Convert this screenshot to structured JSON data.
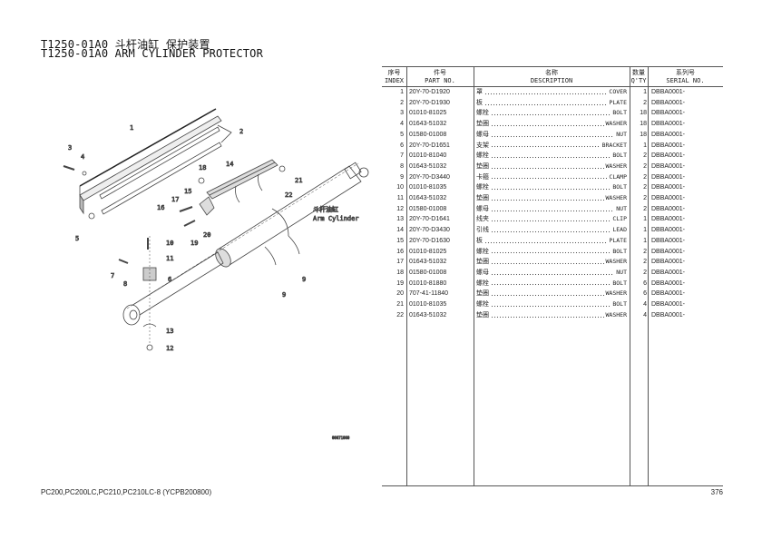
{
  "title_cn": "T1250-01A0 斗杆油缸 保护装置",
  "title_en": "T1250-01A0 ARM CYLINDER PROTECTOR",
  "diagram": {
    "callouts": [
      "1",
      "2",
      "3",
      "4",
      "5",
      "6",
      "7",
      "8",
      "9",
      "9",
      "10",
      "11",
      "12",
      "13",
      "14",
      "15",
      "16",
      "17",
      "18",
      "19",
      "20",
      "21",
      "22"
    ],
    "cylinder_label_cn": "斗杆油缸",
    "cylinder_label_en": "Arm Cylinder",
    "drawing_no": "00071080"
  },
  "table": {
    "headers": {
      "index_cn": "序号",
      "index_en": "INDEX",
      "part_cn": "件号",
      "part_en": "PART NO.",
      "desc_cn": "名称",
      "desc_en": "DESCRIPTION",
      "qty_cn": "数量",
      "qty_en": "Q'TY",
      "serial_cn": "系列号",
      "serial_en": "SERIAL NO."
    },
    "rows": [
      {
        "index": "1",
        "part": "20Y-70-D1920",
        "cn": "罩",
        "en": "COVER",
        "qty": "1",
        "serial": "DBBA0001-"
      },
      {
        "index": "2",
        "part": "20Y-70-D1930",
        "cn": "板",
        "en": "PLATE",
        "qty": "2",
        "serial": "DBBA0001-"
      },
      {
        "index": "3",
        "part": "01010-81025",
        "cn": "螺栓",
        "en": "BOLT",
        "qty": "18",
        "serial": "DBBA0001-"
      },
      {
        "index": "4",
        "part": "01643-51032",
        "cn": "垫圈",
        "en": "WASHER",
        "qty": "18",
        "serial": "DBBA0001-"
      },
      {
        "index": "5",
        "part": "01580-01008",
        "cn": "螺母",
        "en": "NUT",
        "qty": "18",
        "serial": "DBBA0001-"
      },
      {
        "index": "6",
        "part": "20Y-70-D1651",
        "cn": "支架",
        "en": "BRACKET",
        "qty": "1",
        "serial": "DBBA0001-"
      },
      {
        "index": "7",
        "part": "01010-81040",
        "cn": "螺栓",
        "en": "BOLT",
        "qty": "2",
        "serial": "DBBA0001-"
      },
      {
        "index": "8",
        "part": "01643-51032",
        "cn": "垫圈",
        "en": "WASHER",
        "qty": "2",
        "serial": "DBBA0001-"
      },
      {
        "index": "9",
        "part": "20Y-70-D3440",
        "cn": "卡箍",
        "en": "CLAMP",
        "qty": "2",
        "serial": "DBBA0001-"
      },
      {
        "index": "10",
        "part": "01010-81035",
        "cn": "螺栓",
        "en": "BOLT",
        "qty": "2",
        "serial": "DBBA0001-"
      },
      {
        "index": "11",
        "part": "01643-51032",
        "cn": "垫圈",
        "en": "WASHER",
        "qty": "2",
        "serial": "DBBA0001-"
      },
      {
        "index": "12",
        "part": "01580-01008",
        "cn": "螺母",
        "en": "NUT",
        "qty": "2",
        "serial": "DBBA0001-"
      },
      {
        "index": "13",
        "part": "20Y-70-D1641",
        "cn": "线夹",
        "en": "CLIP",
        "qty": "1",
        "serial": "DBBA0001-"
      },
      {
        "index": "14",
        "part": "20Y-70-D3430",
        "cn": "引线",
        "en": "LEAD",
        "qty": "1",
        "serial": "DBBA0001-"
      },
      {
        "index": "15",
        "part": "20Y-70-D1630",
        "cn": "板",
        "en": "PLATE",
        "qty": "1",
        "serial": "DBBA0001-"
      },
      {
        "index": "16",
        "part": "01010-81025",
        "cn": "螺栓",
        "en": "BOLT",
        "qty": "2",
        "serial": "DBBA0001-"
      },
      {
        "index": "17",
        "part": "01643-51032",
        "cn": "垫圈",
        "en": "WASHER",
        "qty": "2",
        "serial": "DBBA0001-"
      },
      {
        "index": "18",
        "part": "01580-01008",
        "cn": "螺母",
        "en": "NUT",
        "qty": "2",
        "serial": "DBBA0001-"
      },
      {
        "index": "19",
        "part": "01010-81880",
        "cn": "螺栓",
        "en": "BOLT",
        "qty": "6",
        "serial": "DBBA0001-"
      },
      {
        "index": "20",
        "part": "707-41-11840",
        "cn": "垫圈",
        "en": "WASHER",
        "qty": "6",
        "serial": "DBBA0001-"
      },
      {
        "index": "21",
        "part": "01010-81035",
        "cn": "螺栓",
        "en": "BOLT",
        "qty": "4",
        "serial": "DBBA0001-"
      },
      {
        "index": "22",
        "part": "01643-51032",
        "cn": "垫圈",
        "en": "WASHER",
        "qty": "4",
        "serial": "DBBA0001-"
      }
    ]
  },
  "footer_models": "PC200,PC200LC,PC210,PC210LC-8 (YCPB200800)",
  "page_number": "376"
}
